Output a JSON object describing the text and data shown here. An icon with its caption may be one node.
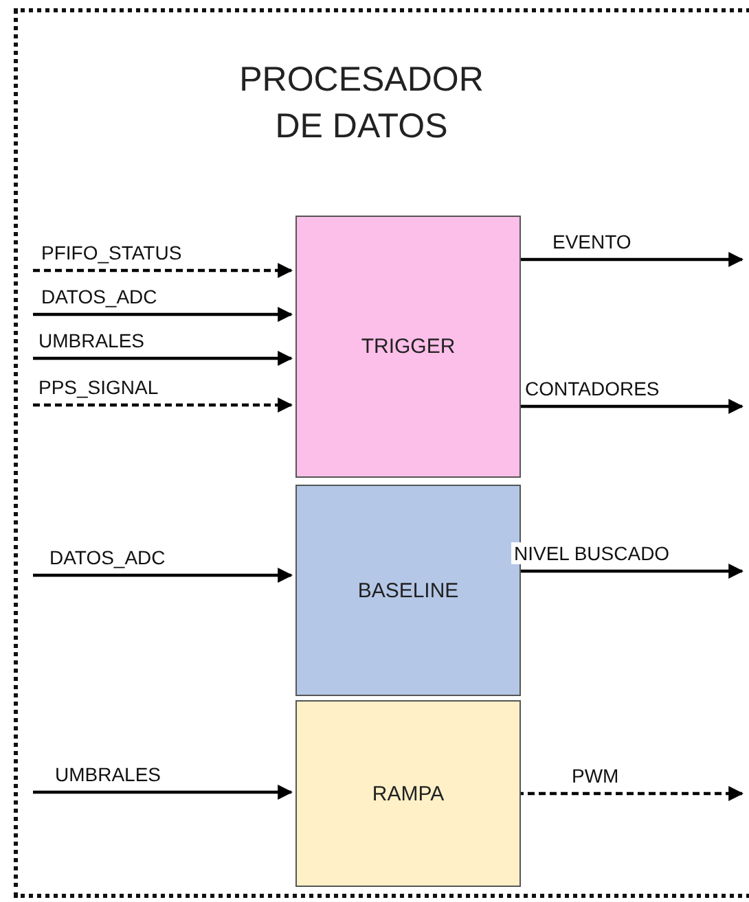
{
  "diagram": {
    "nodes": [
      {
        "text": [
          "PROCESADOR DE DATOS"
        ]
      },
      {
        "text": [
          "TRIGGER"
        ],
        "in": 0
      },
      {
        "text": [
          "BASELINE"
        ],
        "in": 0
      },
      {
        "text": [
          "RAMPA"
        ],
        "in": 0
      }
    ],
    "edges": [
      {
        "from": null,
        "to": 1,
        "arrow": "to",
        "label": "PFIFO_STATUS",
        "style": "dashed"
      },
      {
        "from": null,
        "to": 1,
        "arrow": "to",
        "label": "DATOS_ADC"
      },
      {
        "from": null,
        "to": 1,
        "arrow": "to",
        "label": "UMBRALES"
      },
      {
        "from": null,
        "to": 1,
        "arrow": "to",
        "label": "PPS_SIGNAL",
        "style": "dashed"
      },
      {
        "from": 1,
        "to": null,
        "arrow": "to",
        "label": "EVENTO"
      },
      {
        "from": 1,
        "to": null,
        "arrow": "to",
        "label": "CONTADORES"
      },
      {
        "from": null,
        "to": 2,
        "arrow": "to",
        "label": "DATOS_ADC"
      },
      {
        "from": 2,
        "to": null,
        "arrow": "to",
        "label": "NIVEL BUSCADO"
      },
      {
        "from": null,
        "to": 3,
        "arrow": "to",
        "label": "UMBRALES"
      },
      {
        "from": 3,
        "to": null,
        "arrow": "to",
        "label": "PWM",
        "style": "dashed"
      }
    ]
  }
}
